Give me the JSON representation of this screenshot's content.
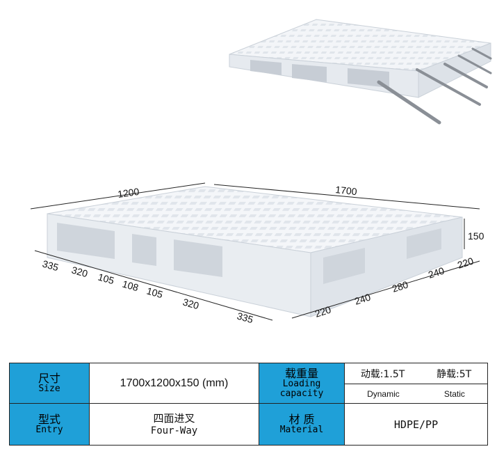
{
  "dimensions": {
    "length": "1700",
    "width": "1200",
    "height": "150",
    "front_segments": [
      "335",
      "320",
      "105",
      "108",
      "105",
      "320",
      "335"
    ],
    "side_segments": [
      "220",
      "240",
      "280",
      "240",
      "220"
    ]
  },
  "spec_table": {
    "size_label_zh": "尺寸",
    "size_label_en": "Size",
    "size_value": "1700x1200x150 (mm)",
    "load_label_zh": "载重量",
    "load_label_en_1": "Loading",
    "load_label_en_2": "capacity",
    "dynamic_load": "动载:1.5T",
    "static_load": "静载:5T",
    "dynamic_label": "Dynamic",
    "static_label": "Static",
    "entry_label_zh": "型式",
    "entry_label_en": "Entry",
    "entry_value_zh": "四面进叉",
    "entry_value_en": "Four-Way",
    "material_label_zh": "材 质",
    "material_label_en": "Material",
    "material_value": "HDPE/PP"
  },
  "colors": {
    "header_bg": "#1fa0d8",
    "pallet_fill": "#eef1f4",
    "steel": "#8a8f96"
  }
}
